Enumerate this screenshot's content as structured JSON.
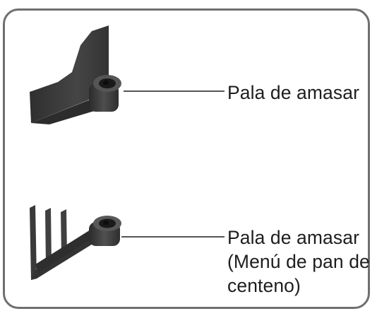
{
  "items": [
    {
      "label_lines": [
        "Pala de amasar"
      ],
      "icon": "kneading-blade"
    },
    {
      "label_lines": [
        "Pala de amasar",
        "(Menú de pan de",
        "centeno)"
      ],
      "icon": "rye-kneading-blade"
    }
  ],
  "colors": {
    "border": "#6f6f6f",
    "blade": "#3a3a3a",
    "text": "#1e1e1e"
  }
}
